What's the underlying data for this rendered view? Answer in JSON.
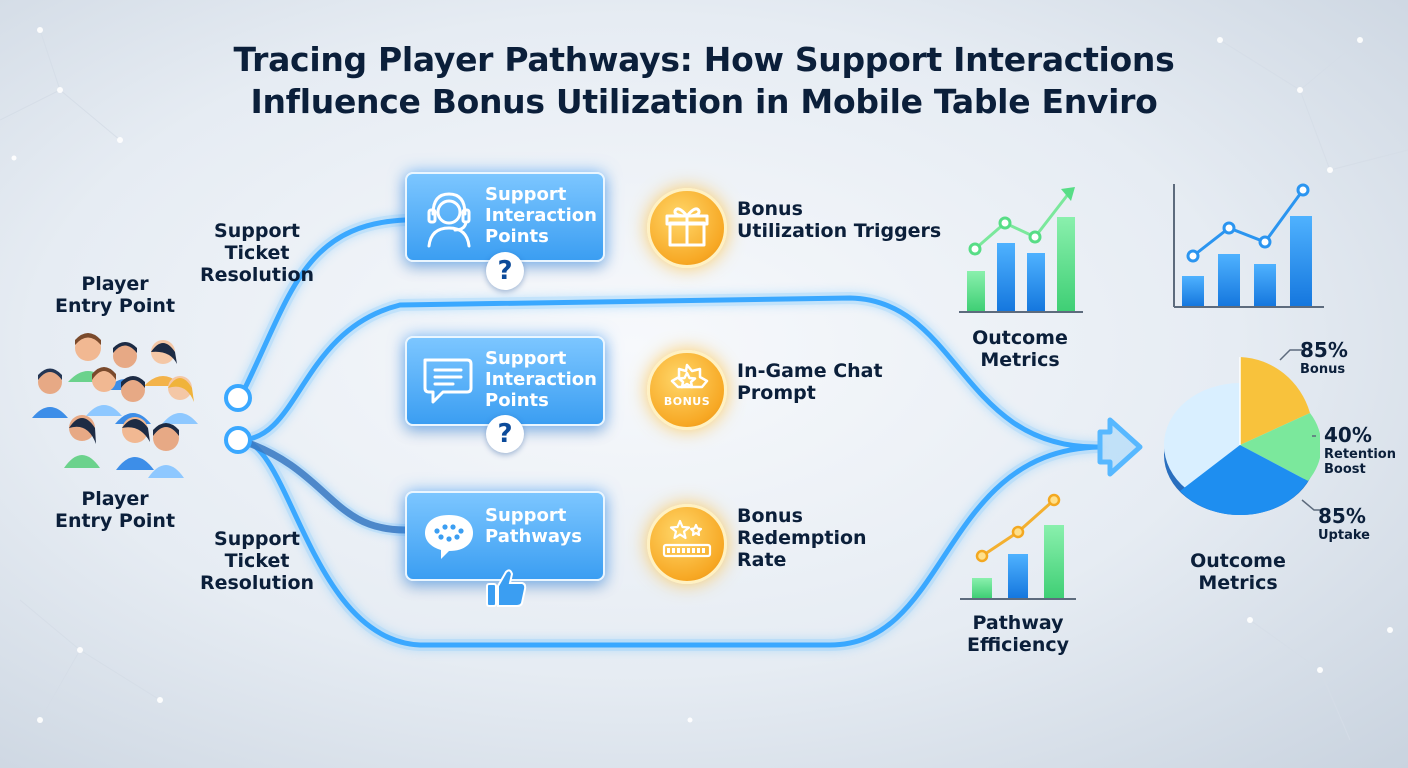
{
  "title": {
    "line1": "Tracing Player Pathways: How Support Interactions",
    "line2": "Influence Bonus Utilization in Mobile Table Enviro"
  },
  "entry_points": [
    {
      "line1": "Player",
      "line2": "Entry Point"
    },
    {
      "line1": "Player",
      "line2": "Entry Point"
    }
  ],
  "ticket_labels": [
    {
      "line1": "Support",
      "line2": "Ticket",
      "line3": "Resolution"
    },
    {
      "line1": "Support",
      "line2": "Ticket",
      "line3": "Resolution"
    }
  ],
  "support_cards": [
    {
      "lines": [
        "Support",
        "Interaction",
        "Points"
      ],
      "icon": "headset-icon",
      "badge": "?"
    },
    {
      "lines": [
        "Support",
        "Interaction",
        "Points"
      ],
      "icon": "chat-icon",
      "badge": "?"
    },
    {
      "lines": [
        "Support",
        "Pathways"
      ],
      "icon": "speech-bubble-icon",
      "badge": "thumbs-up-icon"
    }
  ],
  "bonus_nodes": [
    {
      "lines": [
        "Bonus",
        "Utilization Triggers"
      ],
      "icon": "gift-icon"
    },
    {
      "lines": [
        "In-Game Chat",
        "Prompt"
      ],
      "icon": "bonus-badge-icon",
      "badge_text": "BONUS"
    },
    {
      "lines": [
        "Bonus",
        "Redemption",
        "Rate"
      ],
      "icon": "progress-stars-icon"
    }
  ],
  "metric_labels": {
    "outcome_top": {
      "line1": "Outcome",
      "line2": "Metrics"
    },
    "outcome_right": {
      "line1": "Outcome",
      "line2": "Metrics"
    },
    "efficiency": {
      "line1": "Pathway",
      "line2": "Efficiency"
    }
  },
  "pie": {
    "labels": [
      {
        "value": "85%",
        "name": "Bonus"
      },
      {
        "value": "40%",
        "name": "Retention",
        "name2": "Boost"
      },
      {
        "value": "85%",
        "name": "Uptake"
      }
    ]
  },
  "colors": {
    "flow": "#3aa8ff",
    "card": "#4aa8f5",
    "coin": "#f7a824",
    "bar_green": "#57dd86",
    "bar_blue": "#1e8ef0",
    "pie_yellow": "#f8c23c",
    "pie_green": "#7be89c",
    "pie_blue": "#1e8ef0",
    "pie_light": "#d9efff"
  }
}
